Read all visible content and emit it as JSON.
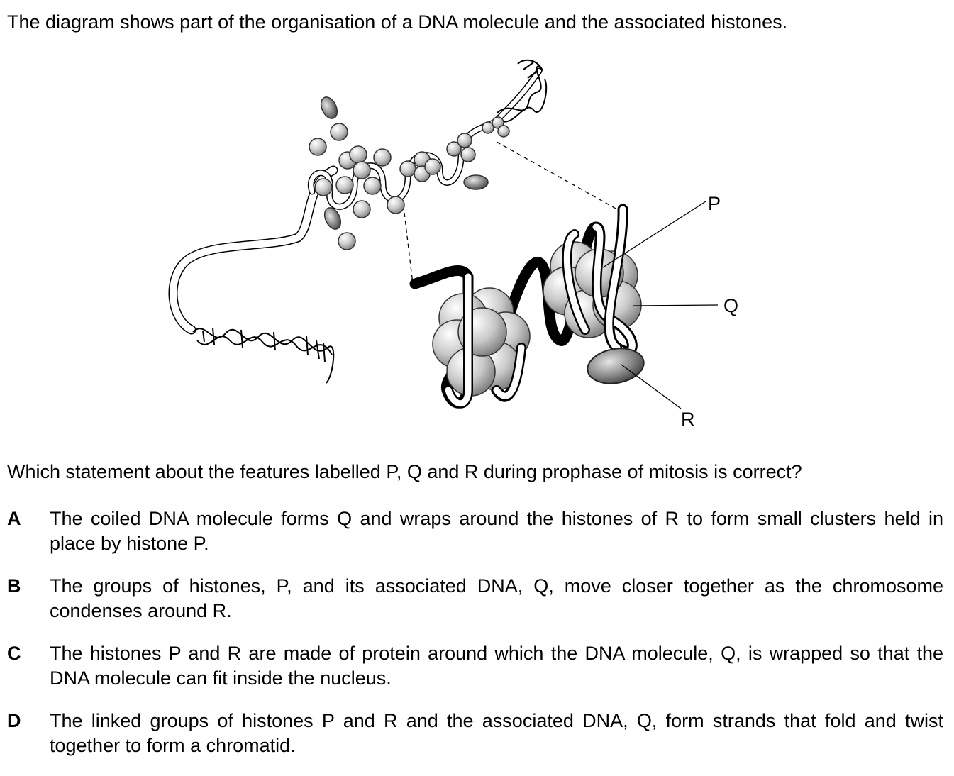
{
  "intro": "The diagram shows part of the organisation of a DNA molecule and the associated histones.",
  "figure": {
    "labels": {
      "p": "P",
      "q": "Q",
      "r": "R"
    }
  },
  "question": "Which statement about the features labelled P, Q and R during prophase of mitosis is correct?",
  "options": [
    {
      "letter": "A",
      "text": "The coiled DNA molecule forms Q and wraps around the histones of R to form small clusters held in place by histone P."
    },
    {
      "letter": "B",
      "text": "The groups of histones, P, and its associated DNA, Q, move closer together as the chromosome condenses around R."
    },
    {
      "letter": "C",
      "text": "The histones P and R are made of protein around which the DNA molecule, Q, is wrapped so that the DNA molecule can fit inside the nucleus."
    },
    {
      "letter": "D",
      "text": "The linked groups of histones P and R and the associated DNA, Q, form strands that fold and twist together to form a chromatid."
    }
  ]
}
